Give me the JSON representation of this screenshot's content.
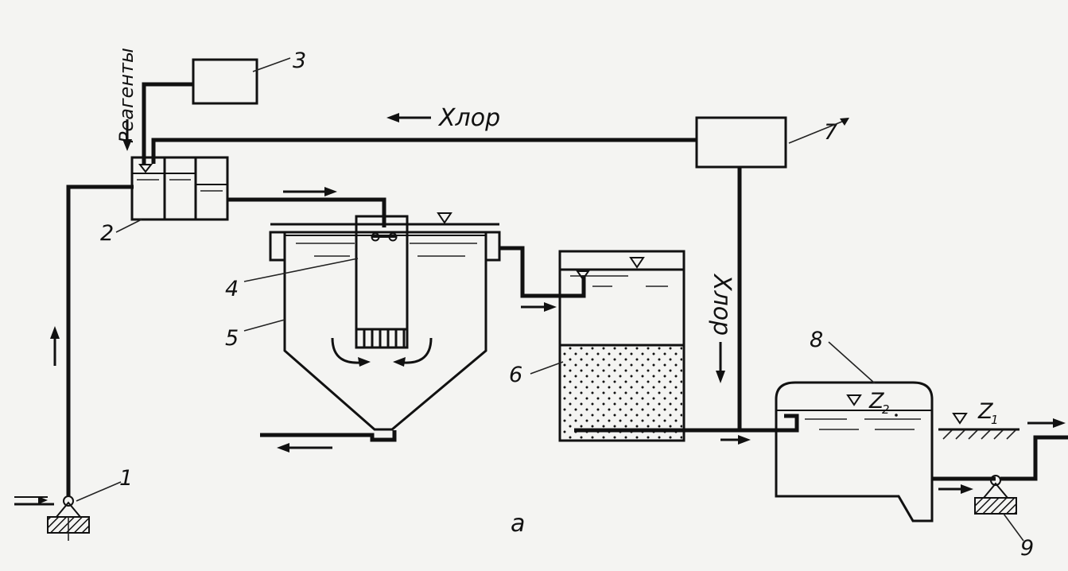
{
  "labels": {
    "reagents": "Реагенты",
    "chlorine_top": "Хлор",
    "chlorine_side": "Хлор",
    "n1": "1",
    "n2": "2",
    "n3": "3",
    "n4": "4",
    "n5": "5",
    "n6": "6",
    "n7": "7",
    "n8": "8",
    "n9": "9",
    "z2": "Z",
    "z2_sub": "2",
    "z1": "Z",
    "z1_sub": "1",
    "caption": "а"
  }
}
